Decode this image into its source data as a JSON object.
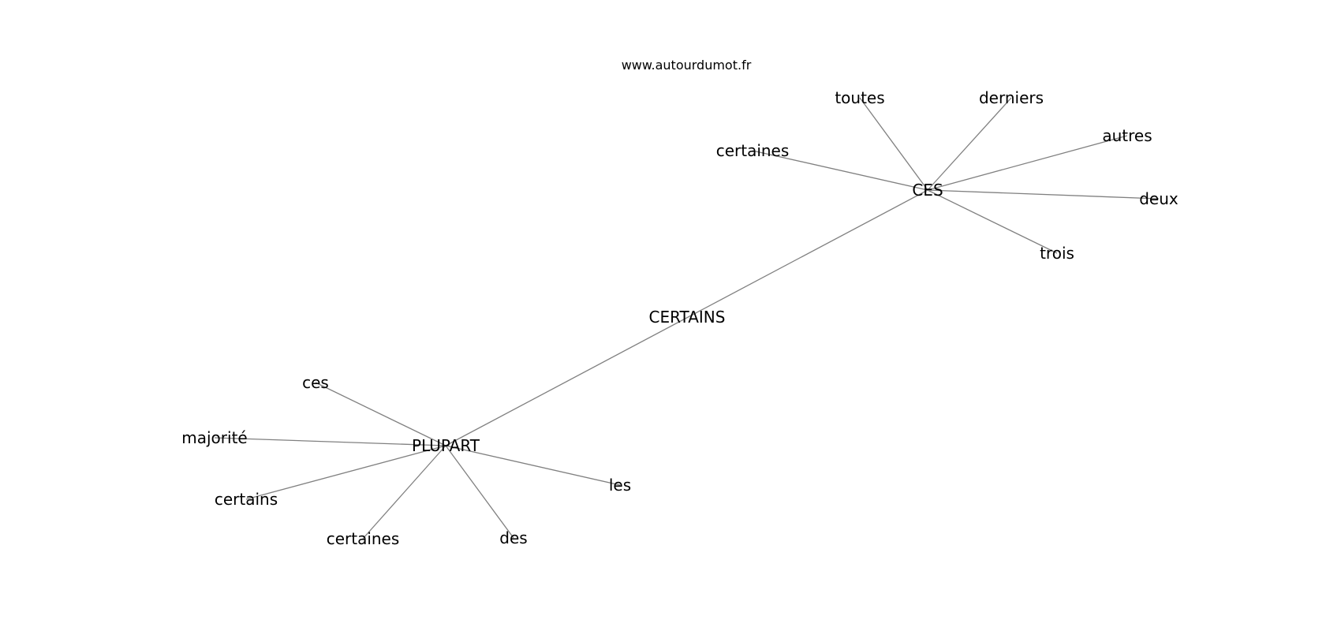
{
  "site": "www.autourdumot.fr",
  "nodes": [
    {
      "id": "certains_center",
      "label": "CERTAINS"
    },
    {
      "id": "ces_hub",
      "label": "CES"
    },
    {
      "id": "plupart_hub",
      "label": "PLUPART"
    },
    {
      "id": "toutes",
      "label": "toutes"
    },
    {
      "id": "derniers",
      "label": "derniers"
    },
    {
      "id": "autres",
      "label": "autres"
    },
    {
      "id": "certaines_top",
      "label": "certaines"
    },
    {
      "id": "deux",
      "label": "deux"
    },
    {
      "id": "trois",
      "label": "trois"
    },
    {
      "id": "ces_small",
      "label": "ces"
    },
    {
      "id": "majorite",
      "label": "majorité"
    },
    {
      "id": "certains_small",
      "label": "certains"
    },
    {
      "id": "certaines_bottom",
      "label": "certaines"
    },
    {
      "id": "des",
      "label": "des"
    },
    {
      "id": "les",
      "label": "les"
    }
  ],
  "edges": [
    [
      "ces_hub",
      "plupart_hub"
    ],
    [
      "ces_hub",
      "toutes"
    ],
    [
      "ces_hub",
      "derniers"
    ],
    [
      "ces_hub",
      "autres"
    ],
    [
      "ces_hub",
      "certaines_top"
    ],
    [
      "ces_hub",
      "deux"
    ],
    [
      "ces_hub",
      "trois"
    ],
    [
      "plupart_hub",
      "ces_small"
    ],
    [
      "plupart_hub",
      "majorite"
    ],
    [
      "plupart_hub",
      "certains_small"
    ],
    [
      "plupart_hub",
      "certaines_bottom"
    ],
    [
      "plupart_hub",
      "des"
    ],
    [
      "plupart_hub",
      "les"
    ]
  ]
}
